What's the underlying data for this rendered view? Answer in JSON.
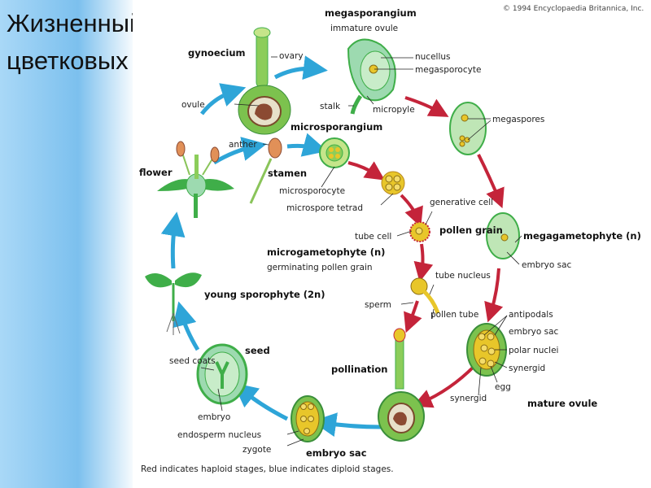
{
  "title": {
    "line1": "Жизненный",
    "line2": "цветковых"
  },
  "copyright": "© 1994 Encyclopaedia Britannica, Inc.",
  "labels": {
    "megasporangium": "megasporangium",
    "immature_ovule": "immature ovule",
    "nucellus": "nucellus",
    "megasporocyte": "megasporocyte",
    "stalk": "stalk",
    "micropyle": "micropyle",
    "megaspores": "megaspores",
    "gynoecium": "gynoecium",
    "ovary": "ovary",
    "ovule": "ovule",
    "microsporangium": "microsporangium",
    "anther": "anther",
    "stamen": "stamen",
    "flower": "flower",
    "microsporocyte": "microsporocyte",
    "microspore_tetrad": "microspore tetrad",
    "generative_cell": "generative cell",
    "tube_cell": "tube cell",
    "pollen_grain": "pollen grain",
    "megagametophyte": "megagametophyte (n)",
    "embryo_sac_1": "embryo sac",
    "microgametophyte": "microgametophyte (n)",
    "germinating_pollen_grain": "germinating pollen grain",
    "tube_nucleus": "tube nucleus",
    "sperm": "sperm",
    "pollen_tube": "pollen tube",
    "young_sporophyte": "young sporophyte (2n)",
    "antipodals": "antipodals",
    "embryo_sac_2": "embryo sac",
    "polar_nuclei": "polar nuclei",
    "synergid_1": "synergid",
    "egg": "egg",
    "synergid_2": "synergid",
    "mature_ovule": "mature ovule",
    "seed": "seed",
    "seed_coats": "seed coats",
    "pollination": "pollination",
    "embryo": "embryo",
    "endosperm_nucleus": "endosperm nucleus",
    "zygote": "zygote",
    "embryo_sac_3": "embryo sac"
  },
  "caption": "Red indicates haploid stages, blue indicates diploid stages.",
  "colors": {
    "diploid": "#2ea5d8",
    "haploid": "#c4243a",
    "tissue": "#3fae49",
    "cell": "#e8c62a"
  }
}
